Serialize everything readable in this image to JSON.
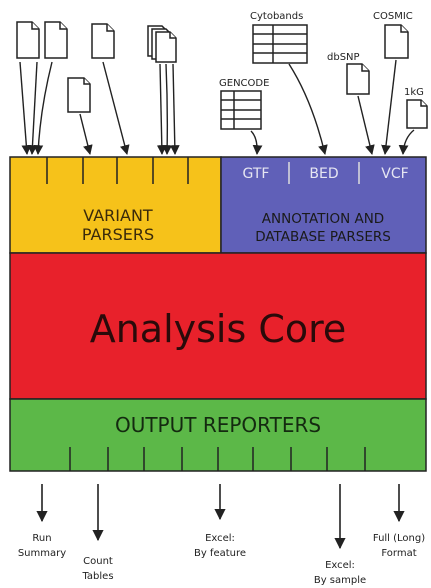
{
  "sources": {
    "cytobands": "Cytobands",
    "cosmic": "COSMIC",
    "dbsnp": "dbSNP",
    "gencode": "GENCODE",
    "onekg": "1kG"
  },
  "parsers": {
    "variant_line1": "VARIANT",
    "variant_line2": "PARSERS",
    "annotation_line1": "ANNOTATION AND",
    "annotation_line2": "DATABASE PARSERS",
    "gtf": "GTF",
    "bed": "BED",
    "vcf": "VCF"
  },
  "core": {
    "label": "Analysis Core"
  },
  "reporters": {
    "label": "OUTPUT REPORTERS"
  },
  "outputs": {
    "run_summary": [
      "Run",
      "Summary"
    ],
    "count_tables": [
      "Count",
      "Tables"
    ],
    "excel_feature": [
      "Excel:",
      "By feature"
    ],
    "excel_sample": [
      "Excel:",
      "By sample"
    ],
    "full_format": [
      "Full (Long)",
      "Format"
    ]
  },
  "colors": {
    "variant_parsers": "#f6c21a",
    "annotation_parsers": "#6060b8",
    "analysis_core": "#e8212b",
    "output_reporters": "#5cb848"
  }
}
